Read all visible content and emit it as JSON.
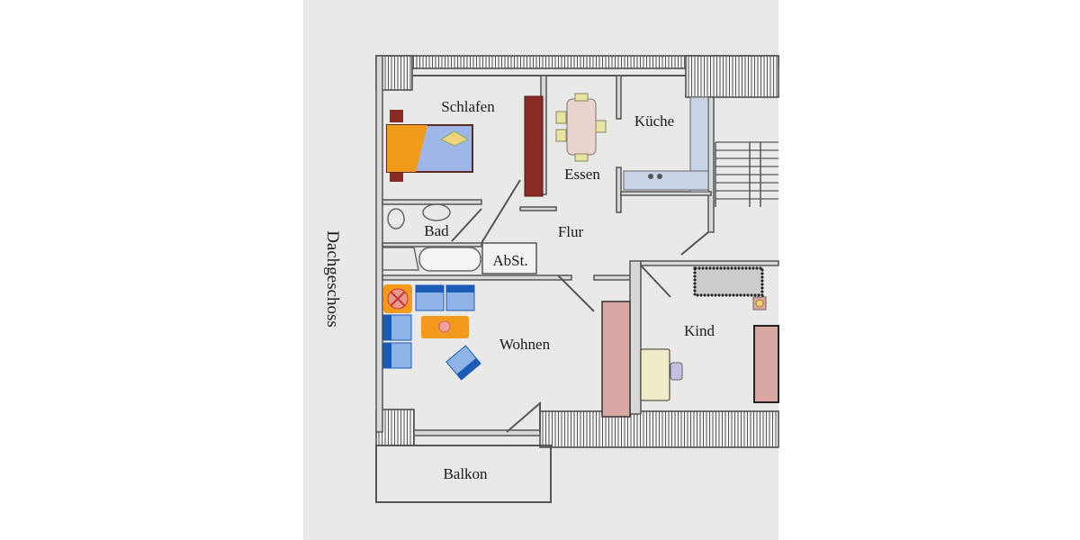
{
  "floor_label": "Dachgeschoss",
  "rooms": {
    "schlafen": "Schlafen",
    "kueche": "Küche",
    "essen": "Essen",
    "flur": "Flur",
    "bad": "Bad",
    "abst": "AbSt.",
    "wohnen": "Wohnen",
    "kind": "Kind",
    "balkon": "Balkon"
  },
  "colors": {
    "bed_cover": "#f39a1c",
    "bed_sheet": "#9fb6e8",
    "wardrobe_dark": "#8a2a24",
    "sofa_blue": "#5b8fd6",
    "wardrobe_pink": "#d9a7a4",
    "table": "#ead3cf",
    "chair": "#e9e2a0"
  }
}
